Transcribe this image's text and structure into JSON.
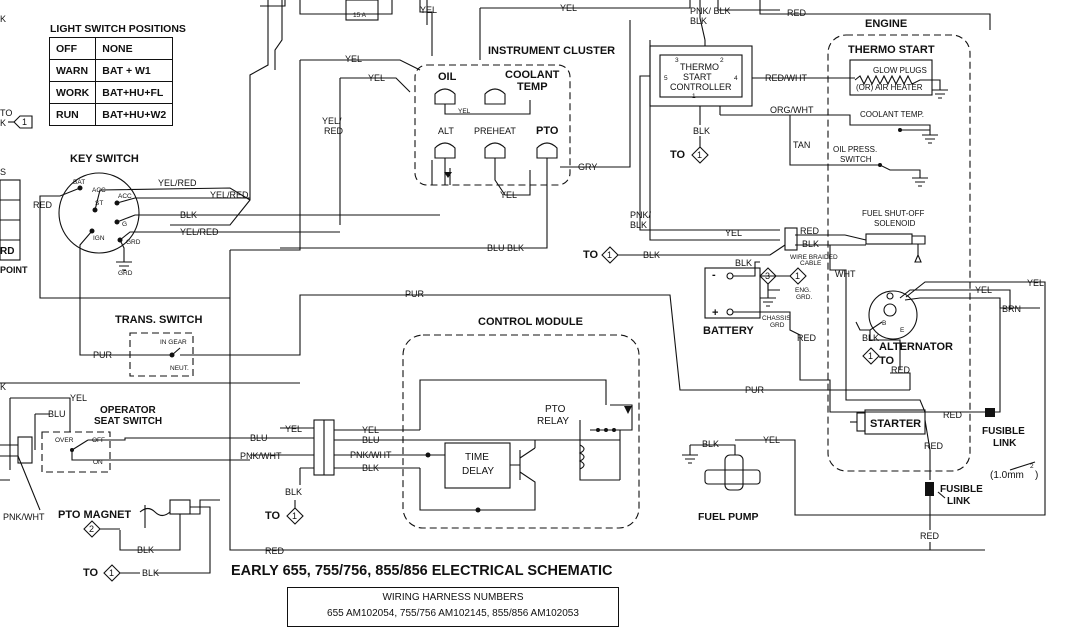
{
  "title": "EARLY 655, 755/756, 855/856 ELECTRICAL SCHEMATIC",
  "harness": {
    "heading": "WIRING HARNESS NUMBERS",
    "numbers": "655 AM102054, 755/756 AM102145, 855/856 AM102053"
  },
  "light_switch": {
    "heading": "LIGHT SWITCH POSITIONS",
    "rows": [
      {
        "position": "OFF",
        "connection": "NONE"
      },
      {
        "position": "WARN",
        "connection": "BAT + W1"
      },
      {
        "position": "WORK",
        "connection": "BAT+HU+FL"
      },
      {
        "position": "RUN",
        "connection": "BAT+HU+W2"
      }
    ]
  },
  "blocks": {
    "instrument_cluster": "INSTRUMENT CLUSTER",
    "oil": "OIL",
    "coolant_temp_1": "COOLANT",
    "coolant_temp_2": "TEMP",
    "alt": "ALT",
    "preheat": "PREHEAT",
    "pto": "PTO",
    "key_switch": "KEY SWITCH",
    "bat": "BAT",
    "acc1": "ACC",
    "acc2": "ACC",
    "st": "ST",
    "g": "G",
    "ign": "IGN",
    "grd": "GRD",
    "trans_switch": "TRANS. SWITCH",
    "in_gear": "IN GEAR",
    "neut": "NEUT.",
    "control_module": "CONTROL MODULE",
    "pto_relay_1": "PTO",
    "pto_relay_2": "RELAY",
    "time_delay_1": "TIME",
    "time_delay_2": "DELAY",
    "operator_seat_1": "OPERATOR",
    "operator_seat_2": "SEAT SWITCH",
    "over": "OVER",
    "off": "OFF",
    "on": "ON",
    "pto_magnet": "PTO MAGNET",
    "thermo_start_ctrl_1": "THERMO",
    "thermo_start_ctrl_2": "START",
    "thermo_start_ctrl_3": "CONTROLLER",
    "engine": "ENGINE",
    "thermo_start": "THERMO START",
    "glow_plugs": "GLOW PLUGS",
    "air_heater": "(OR) AIR HEATER",
    "coolant_temp_sw": "COOLANT TEMP.",
    "oil_press_1": "OIL PRESS.",
    "oil_press_2": "SWITCH",
    "fuel_shutoff_1": "FUEL SHUT-OFF",
    "fuel_shutoff_2": "SOLENOID",
    "wire_braided_1": "WIRE BRAIDED",
    "wire_braided_2": "CABLE",
    "eng_grd_1": "ENG.",
    "eng_grd_2": "GRD.",
    "chassis_grd_1": "CHASSIS",
    "chassis_grd_2": "GRD",
    "battery": "BATTERY",
    "alternator": "ALTERNATOR",
    "starter": "STARTER",
    "fuel_pump": "FUEL PUMP",
    "fusible_link": "FUSIBLE",
    "fusible_link_2": "LINK",
    "fusible_link_b": "FUSIBLE",
    "fusible_link_b2": "LINK",
    "fuse_size": "(1.0mm",
    "fuse_size_exp": "2",
    "fuse_size_close": ")",
    "fuse_15a": "15 A",
    "pin3": "3",
    "pin2": "2",
    "pin5": "5",
    "pin4": "4",
    "pin1": "1",
    "alt_b": "B",
    "alt_e": "E"
  },
  "wires": {
    "yel": "YEL",
    "red": "RED",
    "blk": "BLK",
    "pur": "PUR",
    "gry": "GRY",
    "tan": "TAN",
    "brn": "BRN",
    "blu": "BLU",
    "wht": "WHT",
    "yel_red": "YEL/RED",
    "yel_red_2": "YEL/\nRED",
    "pnk_blk": "PNK/\nBLK",
    "pnk_wht": "PNK/WHT",
    "red_wht": "RED/WHT",
    "org_wht": "ORG/WHT",
    "blu_blk": "BLU BLK",
    "to": "TO",
    "ref1": "1",
    "ref2": "2",
    "ref3": "3",
    "point": "POINT",
    "rd": "RD",
    "k": "K"
  }
}
